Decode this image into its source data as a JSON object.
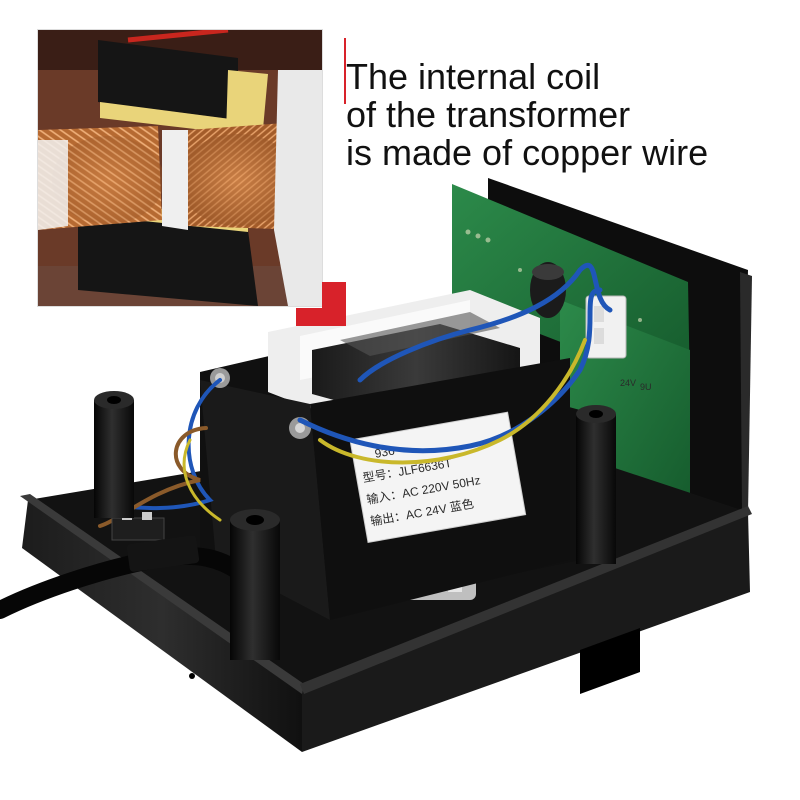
{
  "headline": {
    "line1": "The internal coil",
    "line2": "of the transformer",
    "line3": "is made of copper wire"
  },
  "transformer_label": {
    "model_number": "936",
    "model_row": "型号：JLF6636T",
    "input_row": "输入：AC 220V 50Hz",
    "output_row": "输出：AC 24V 蓝色"
  },
  "pcb_markings": {
    "left": "24V",
    "right": "9U"
  },
  "colors": {
    "accent_red": "#d8222a",
    "headline_text": "#111111",
    "pcb_green": "#1f6e3a",
    "case_black": "#141414",
    "copper": "#c8743a"
  }
}
